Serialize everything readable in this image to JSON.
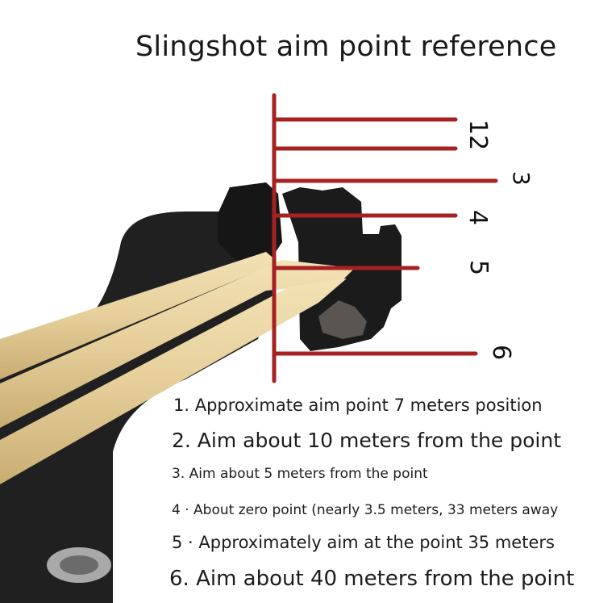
{
  "title": "Slingshot aim point reference",
  "markers": [
    {
      "label": "12"
    },
    {
      "label": "3"
    },
    {
      "label": "4"
    },
    {
      "label": "5"
    },
    {
      "label": "6"
    }
  ],
  "descriptions": [
    "1. Approximate aim point 7 meters position",
    "2. Aim about 10 meters from the point",
    "3. Aim about 5 meters from the point",
    "4 · About zero point (nearly 3.5 meters, 33 meters away",
    "5 · Approximately aim at the point 35 meters",
    "6. Aim about 40 meters from the point"
  ],
  "colors": {
    "aim_line": "#a62121",
    "slingshot_body": "#1e1e1e",
    "rubber_band": "#e8d3a2"
  }
}
